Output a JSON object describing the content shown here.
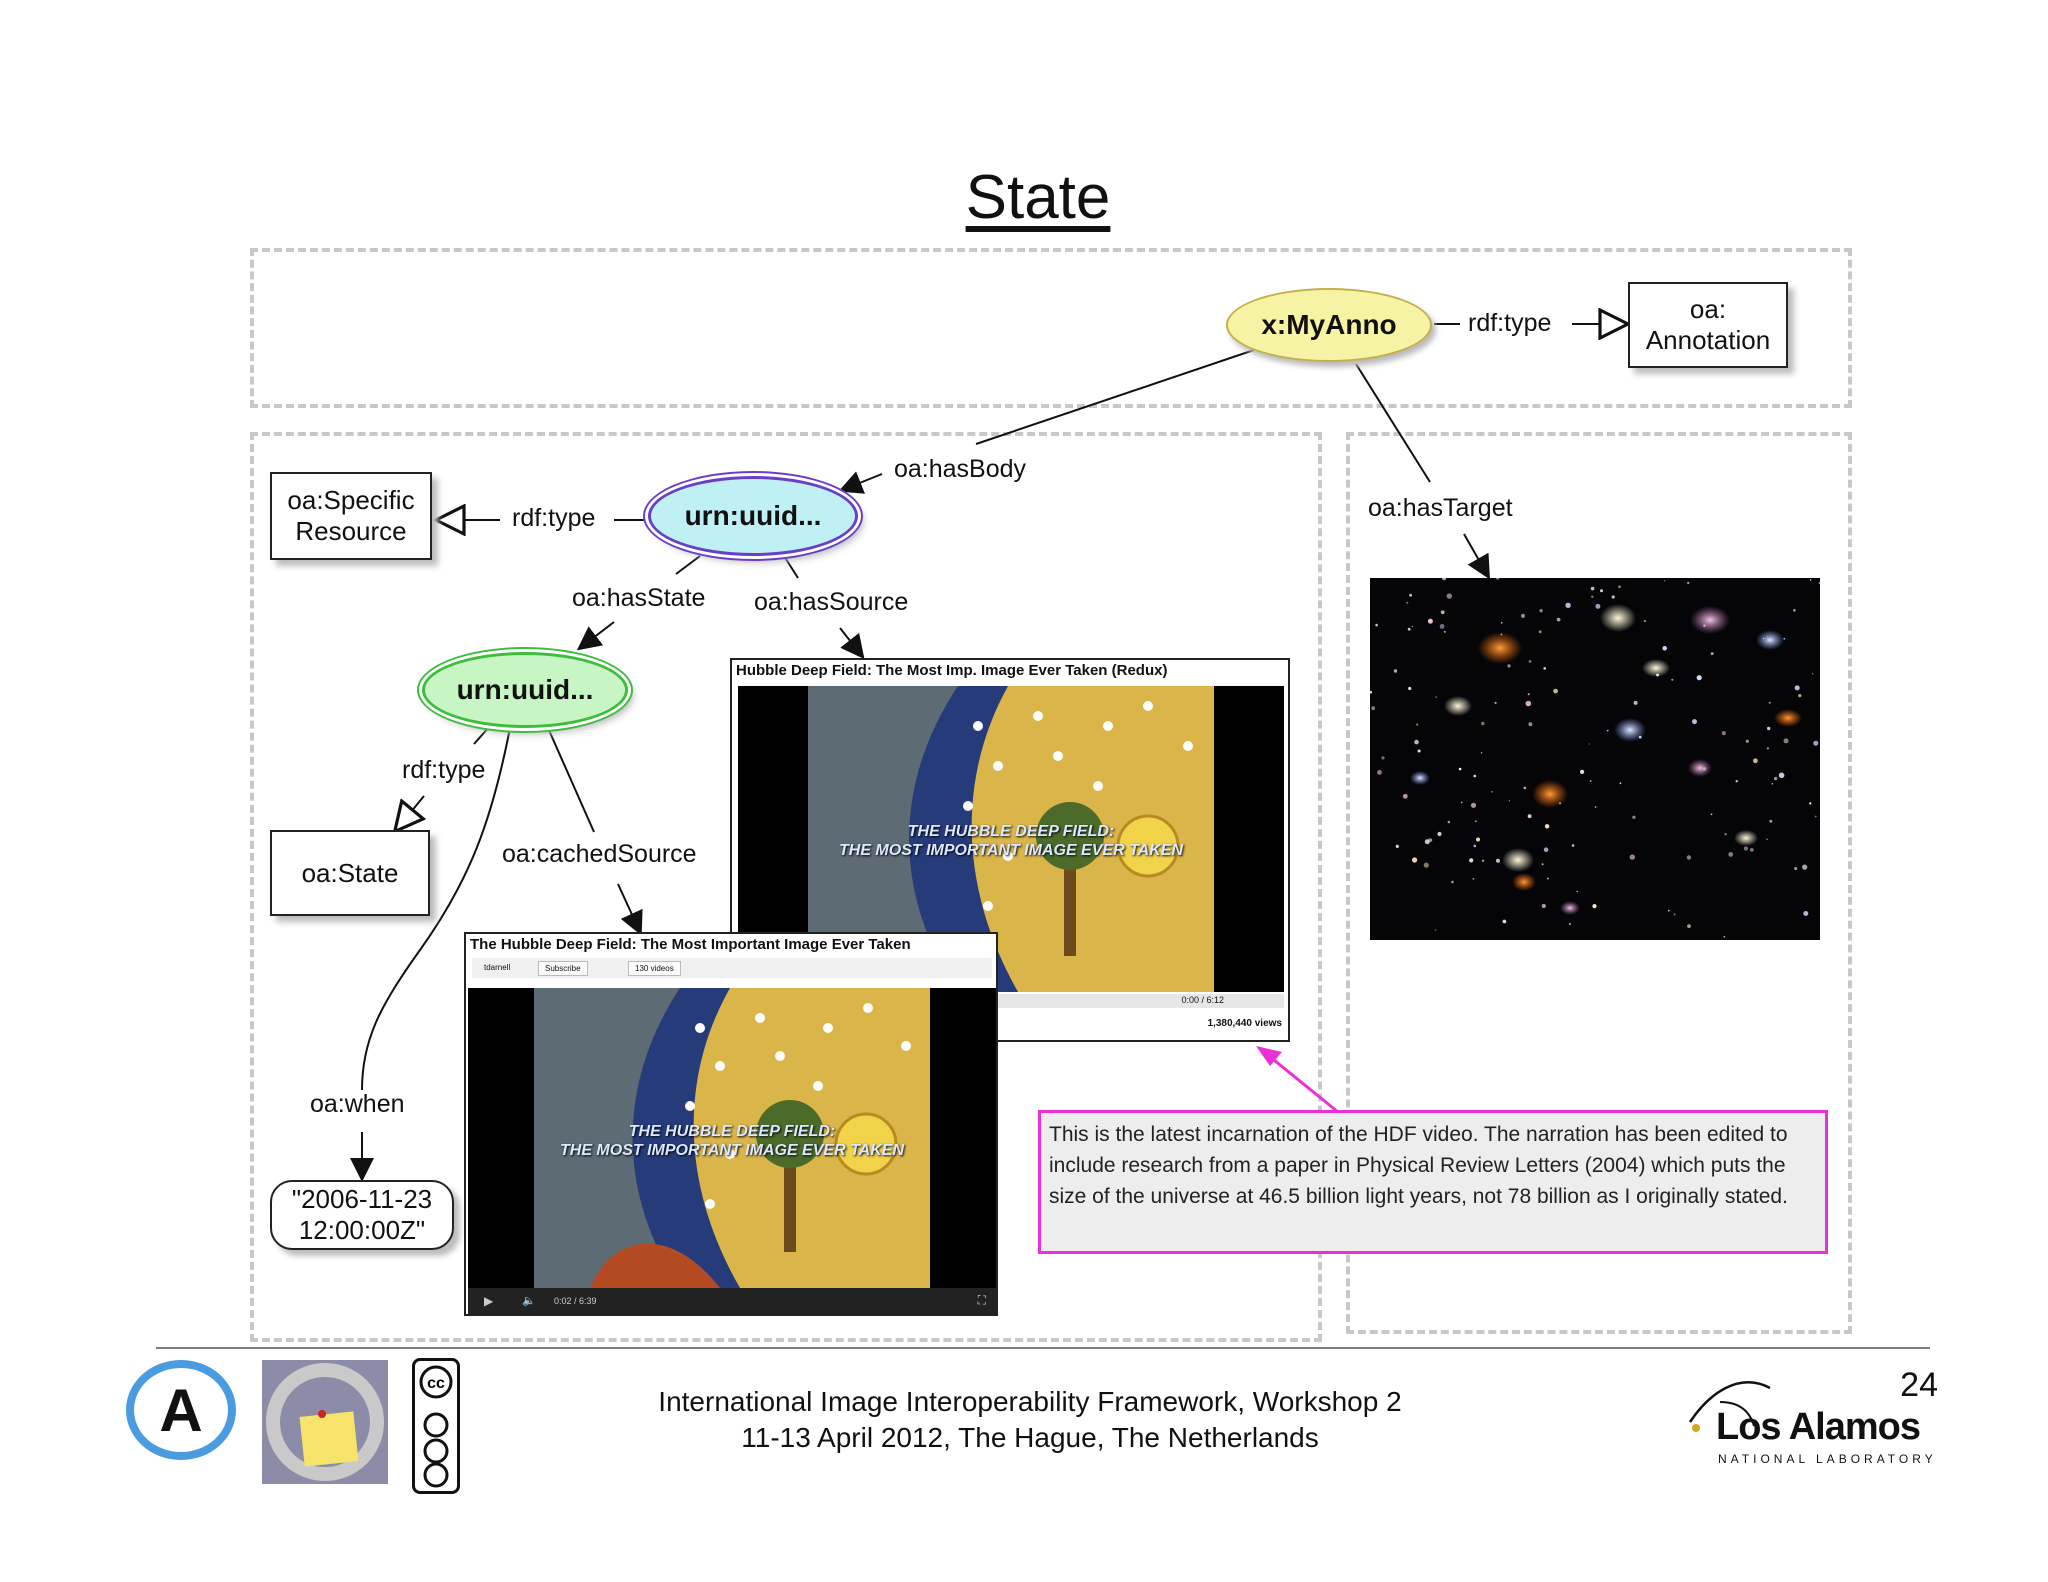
{
  "title": "State",
  "nodes": {
    "anno": "x:MyAnno",
    "annotation_class": "oa:\nAnnotation",
    "specific_resource": "oa:Specific\nResource",
    "body": "urn:uuid...",
    "state": "urn:uuid...",
    "state_class": "oa:State",
    "when_value": "\"2006-11-23\n12:00:00Z\""
  },
  "edges": {
    "anno_type": "rdf:type",
    "has_body": "oa:hasBody",
    "has_target": "oa:hasTarget",
    "body_type": "rdf:type",
    "has_state": "oa:hasState",
    "has_source": "oa:hasSource",
    "state_type": "rdf:type",
    "cached_source": "oa:cachedSource",
    "when": "oa:when"
  },
  "video_new": {
    "title": "Hubble Deep Field: The Most Imp. Image Ever Taken (Redux)",
    "overlay": "THE HUBBLE DEEP FIELD:\nTHE MOST IMPORTANT IMAGE EVER TAKEN",
    "time": "0:00 / 6:12",
    "views": "1,380,440 views"
  },
  "video_old": {
    "title": "The Hubble Deep Field: The Most Important Image Ever Taken",
    "channel": "tdarnell",
    "subscribe": "Subscribe",
    "videos": "130 videos",
    "overlay": "THE HUBBLE DEEP FIELD:\nTHE MOST IMPORTANT IMAGE EVER TAKEN",
    "time": "0:02 / 6:39"
  },
  "note": "This is the latest incarnation of the HDF video. The narration has been edited to include research from a paper in Physical Review Letters (2004) which puts the size of the universe at 46.5 billion light years, not 78 billion as I originally stated.",
  "footer": {
    "line1": "International Image Interoperability Framework, Workshop 2",
    "line2": "11-13 April 2012, The Hague, The Netherlands",
    "page": "24",
    "org": "Los Alamos",
    "org_sub": "NATIONAL LABORATORY",
    "logo_a": "A"
  },
  "colors": {
    "anno_fill": "#f6f3a4",
    "body_fill": "#bff0f4",
    "body_border": "#6a3fc8",
    "state_fill": "#c8f5c4",
    "state_border": "#3cbd3c",
    "note_border": "#ec2fd7",
    "dash": "#c8c8c8"
  }
}
